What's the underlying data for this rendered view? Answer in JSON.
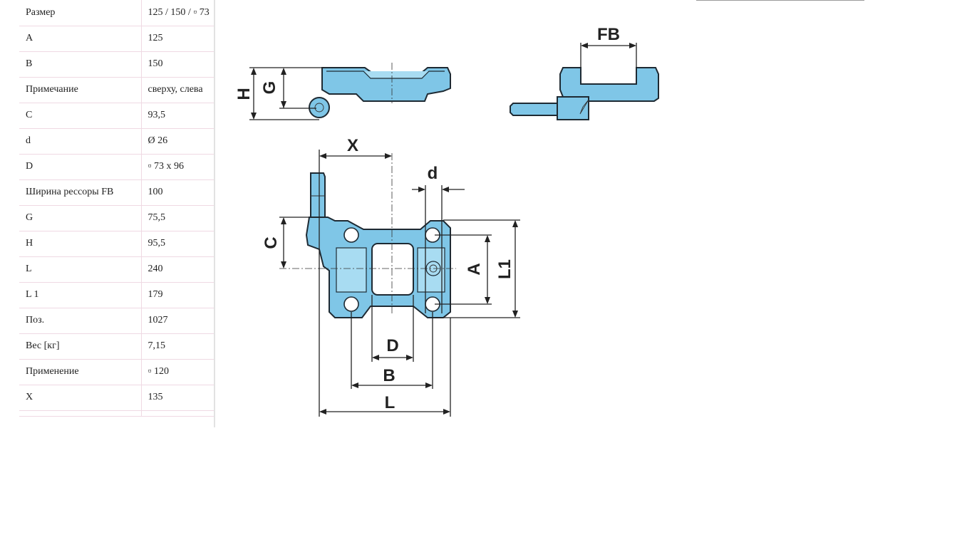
{
  "spec_table": {
    "rows": [
      {
        "label": "Размер",
        "value": "125 / 150 / ▫ 73"
      },
      {
        "label": "A",
        "value": "125"
      },
      {
        "label": "B",
        "value": "150"
      },
      {
        "label": "Примечание",
        "value": "сверху, слева"
      },
      {
        "label": "C",
        "value": "93,5"
      },
      {
        "label": "d",
        "value": "Ø 26"
      },
      {
        "label": "D",
        "value": "▫ 73 x 96"
      },
      {
        "label": "Ширина рессоры FB",
        "value": "100"
      },
      {
        "label": "G",
        "value": "75,5"
      },
      {
        "label": "H",
        "value": "95,5"
      },
      {
        "label": "L",
        "value": "240"
      },
      {
        "label": "L 1",
        "value": "179"
      },
      {
        "label": "Поз.",
        "value": "1027"
      },
      {
        "label": "Вес [кг]",
        "value": "7,15"
      },
      {
        "label": "Применение",
        "value": "▫ 120"
      },
      {
        "label": "X",
        "value": "135"
      },
      {
        "label": "",
        "value": ""
      }
    ]
  },
  "drawing": {
    "dimension_labels": {
      "H": "H",
      "G": "G",
      "FB": "FB",
      "X": "X",
      "d": "d",
      "C": "C",
      "A": "A",
      "L1": "L1",
      "D": "D",
      "B": "B",
      "L": "L"
    },
    "part_color": "#7fc6e7"
  }
}
